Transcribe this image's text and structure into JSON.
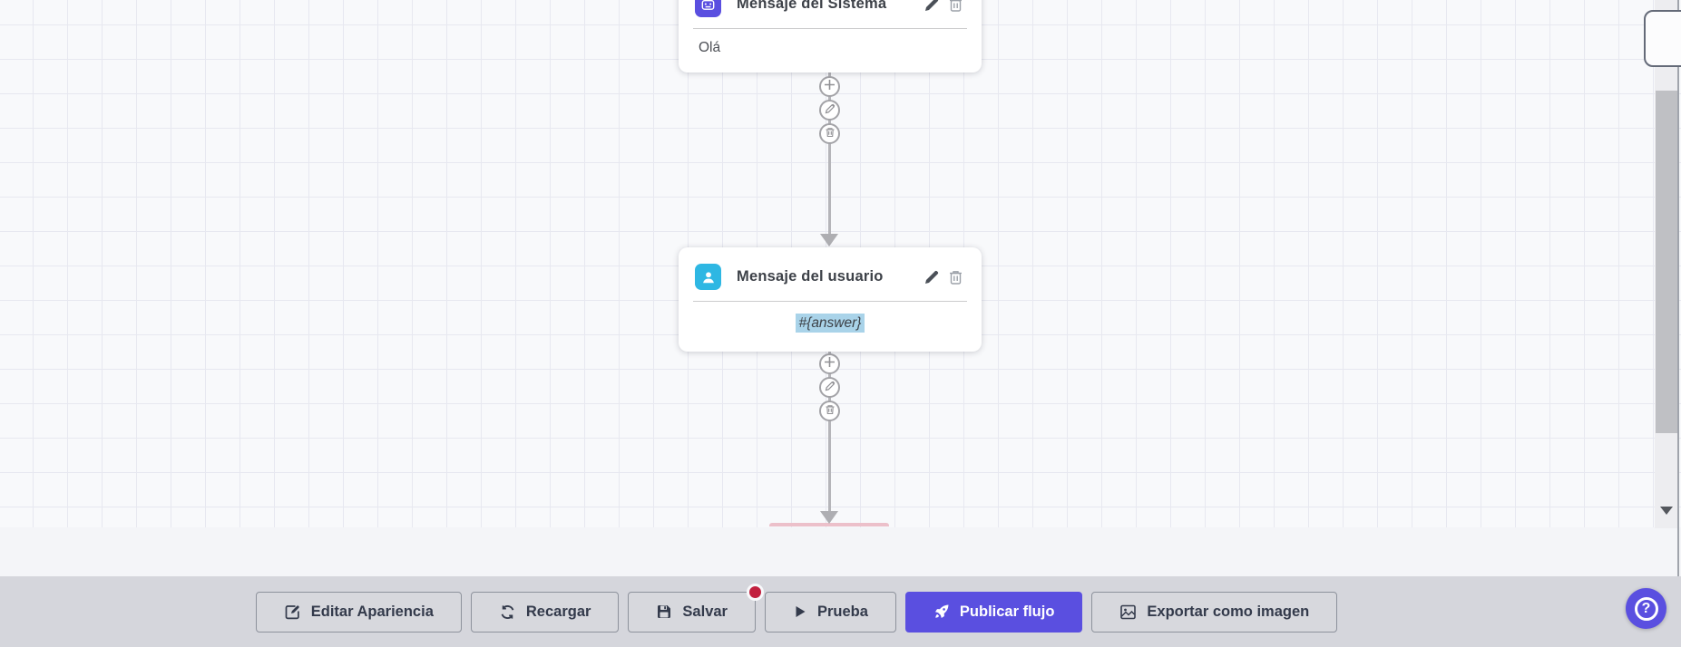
{
  "nodes": [
    {
      "title": "Mensaje del Sistema",
      "content": "Olá",
      "icon": "robot-icon",
      "accent": "#5a4fe0"
    },
    {
      "title": "Mensaje del usuario",
      "content": "#{answer}",
      "icon": "user-icon",
      "accent": "#2eb7e3"
    }
  ],
  "connector_actions": {
    "add": "add",
    "edit": "edit",
    "delete": "delete"
  },
  "toolbar": {
    "buttons": [
      {
        "label": "Editar Apariencia",
        "icon": "edit-square-icon"
      },
      {
        "label": "Recargar",
        "icon": "refresh-icon"
      },
      {
        "label": "Salvar",
        "icon": "save-icon",
        "has_badge": true
      },
      {
        "label": "Prueba",
        "icon": "play-icon"
      },
      {
        "label": "Publicar flujo",
        "icon": "rocket-icon",
        "variant": "primary"
      },
      {
        "label": "Exportar como imagen",
        "icon": "image-icon"
      }
    ]
  },
  "help": {
    "label": "?"
  },
  "colors": {
    "primary": "#5a4fe0",
    "user_node_accent": "#2eb7e3",
    "badge": "#c2203f",
    "selection_highlight": "#a9d3e9",
    "toolbar_bg": "#d5d6dc",
    "canvas_bg": "#f8f9fb"
  }
}
